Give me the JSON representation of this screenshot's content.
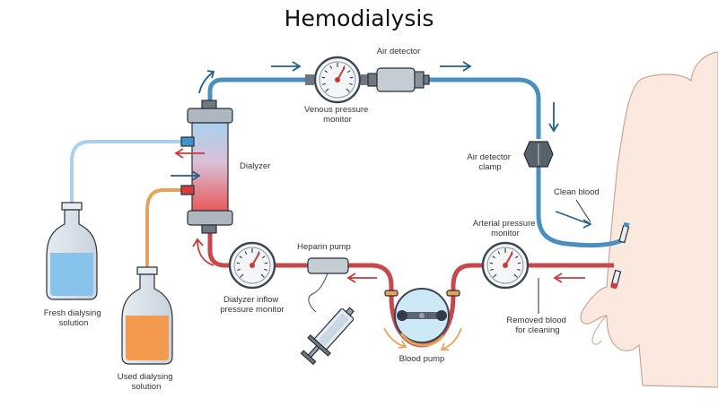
{
  "title": "Hemodialysis",
  "labels": {
    "air_detector": "Air detector",
    "venous_pressure_monitor": [
      "Venous pressure",
      "monitor"
    ],
    "dialyzer": "Dialyzer",
    "air_detector_clamp": [
      "Air detector",
      "clamp"
    ],
    "clean_blood": "Clean blood",
    "arterial_pressure_monitor": [
      "Arterial pressure",
      "monitor"
    ],
    "heparin_pump": "Heparin pump",
    "dialyzer_inflow_pressure_monitor": [
      "Dialyzer inflow",
      "pressure monitor"
    ],
    "removed_blood": [
      "Removed blood",
      "for cleaning"
    ],
    "blood_pump": "Blood pump",
    "fresh_dialysing_solution": [
      "Fresh dialysing",
      "solution"
    ],
    "used_dialysing_solution": [
      "Used dialysing",
      "solution"
    ]
  },
  "colors": {
    "clean_tube": "#4a8fc0",
    "blood_tube": "#c7474a",
    "fresh_fluid": "#87c3ea",
    "used_fluid": "#f49a4f",
    "used_tube": "#e3a45a",
    "arrow_blue": "#1f5f8b",
    "arrow_red": "#c93a3a",
    "skin": "#fbe9df"
  }
}
